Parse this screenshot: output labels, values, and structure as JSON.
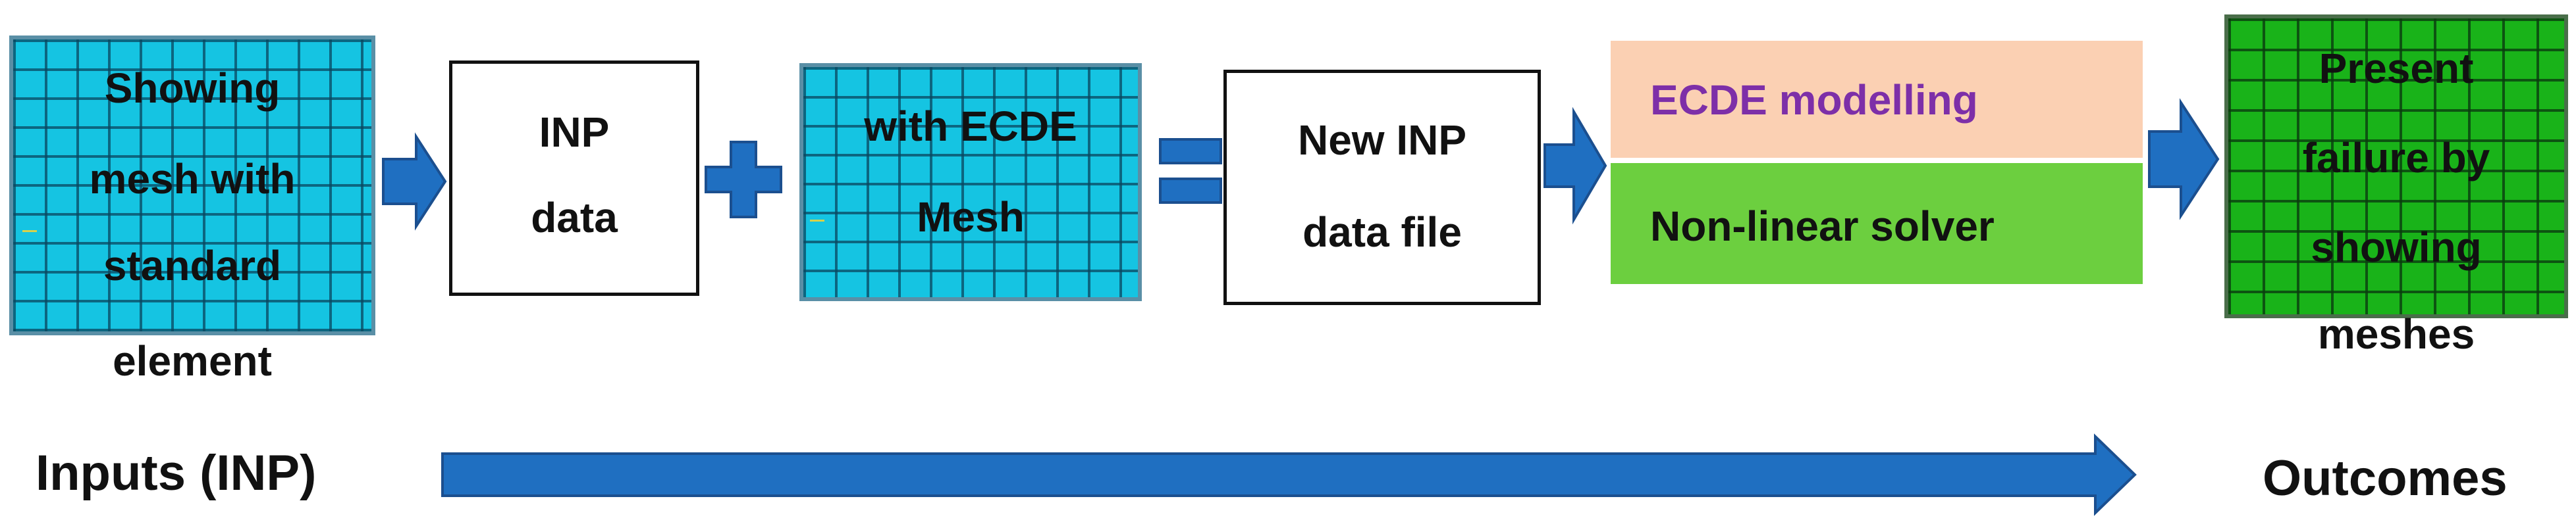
{
  "mesh_standard": {
    "lines": [
      "Showing",
      "mesh with",
      "standard",
      "element"
    ]
  },
  "inp_data": {
    "lines": [
      "INP",
      "data"
    ]
  },
  "ecde_mesh": {
    "lines": [
      "with ECDE",
      "Mesh"
    ]
  },
  "new_inp": {
    "lines": [
      "New INP",
      "data file"
    ]
  },
  "solver": {
    "top_label": "ECDE modelling",
    "bottom_label": "Non-linear solver"
  },
  "outcome_mesh": {
    "lines": [
      "Present",
      "failure by",
      "showing",
      "meshes"
    ]
  },
  "footer": {
    "inputs_label": "Inputs (INP)",
    "outcomes_label": "Outcomes"
  },
  "colors": {
    "arrow_blue": "#1f6fc1",
    "arrow_outline": "#1b4f8f",
    "mesh_cyan": "#15c4e2",
    "mesh_green": "#19b319",
    "ecde_fill": "#fbd0b3",
    "ecde_text": "#7d2fa8",
    "solver_fill": "#6ccf3f"
  }
}
